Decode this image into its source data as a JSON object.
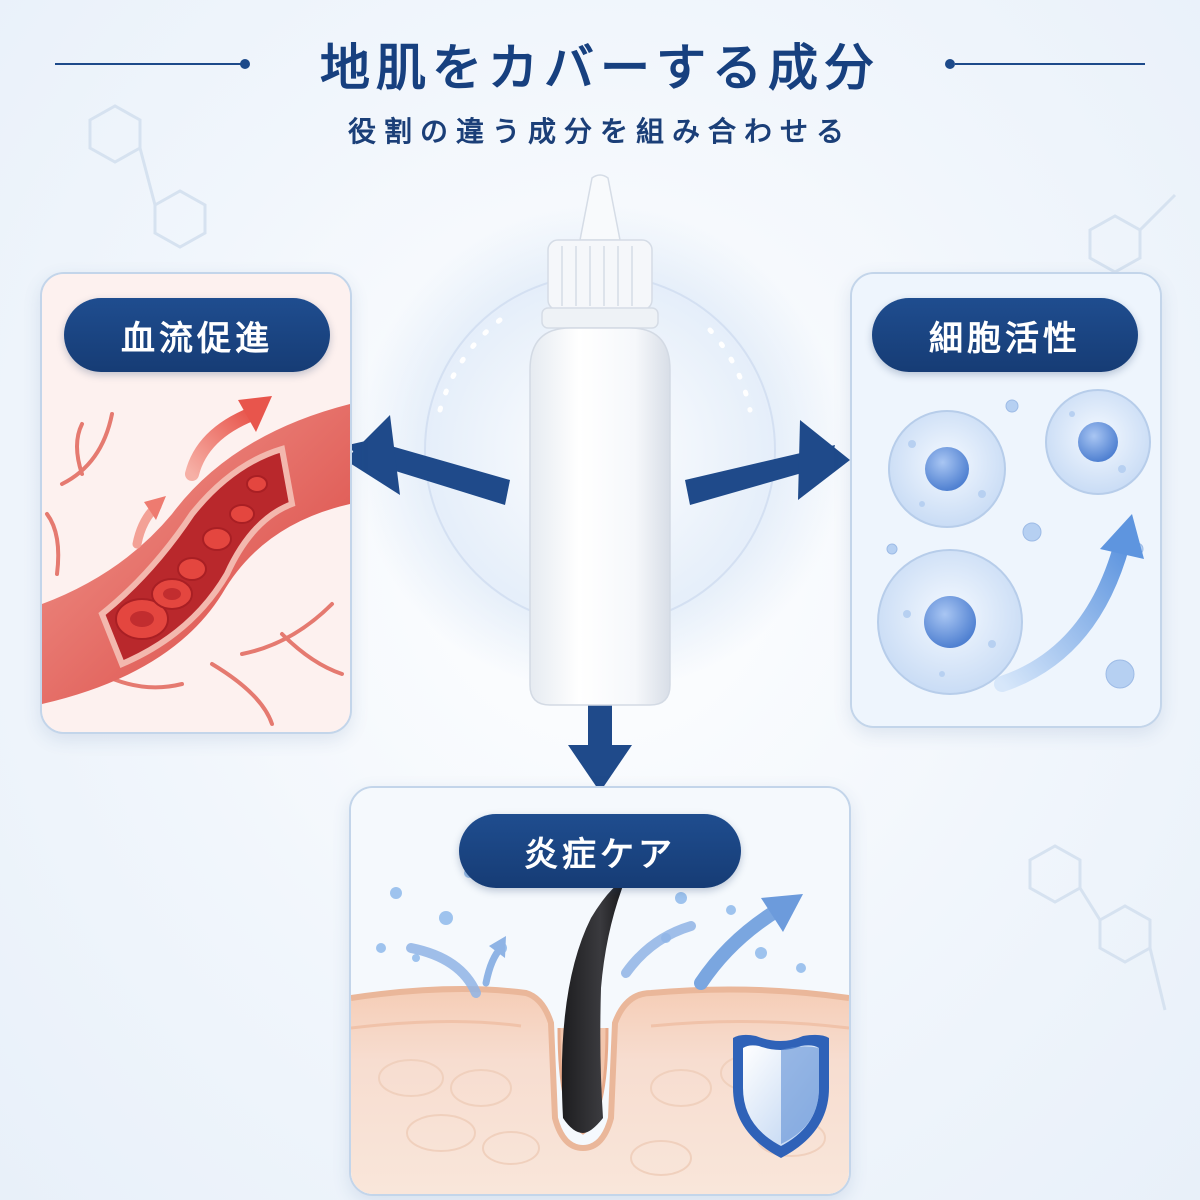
{
  "header": {
    "title": "地肌をカバーする成分",
    "subtitle": "役割の違う成分を組み合わせる"
  },
  "cards": {
    "blood_flow": {
      "label": "血流促進",
      "icon": "blood-vessel-illustration"
    },
    "cell_activation": {
      "label": "細胞活性",
      "icon": "cell-illustration"
    },
    "inflammation_care": {
      "label": "炎症ケア",
      "icon": "skin-hair-shield-illustration"
    }
  },
  "product": {
    "icon": "dropper-bottle-icon"
  },
  "colors": {
    "navy": "#17407f",
    "blood_red": "#d9433f",
    "cell_blue": "#5b8fdc",
    "skin": "#f3d9c8"
  }
}
